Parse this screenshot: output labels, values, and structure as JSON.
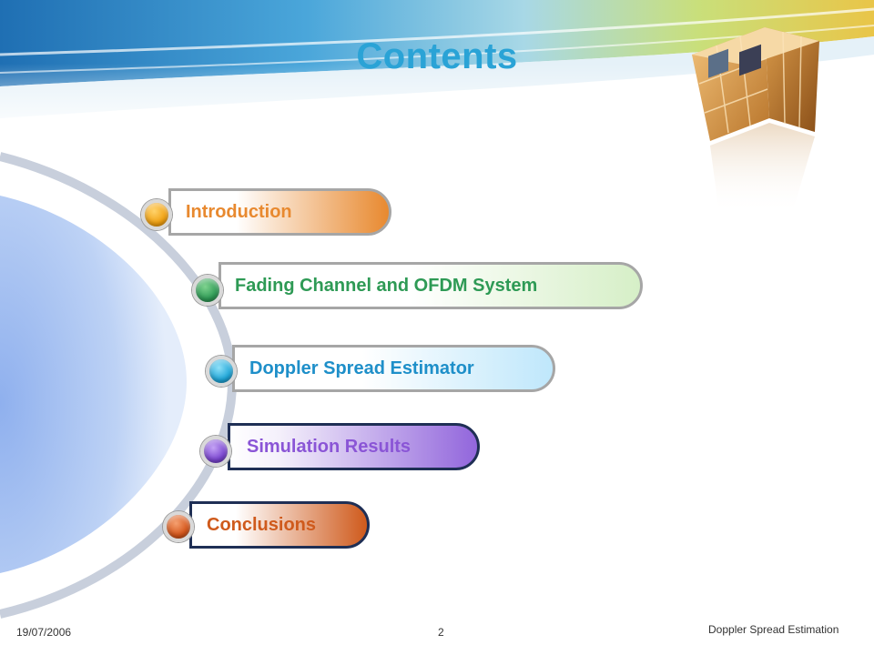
{
  "slide": {
    "title": "Contents"
  },
  "menu": {
    "items": [
      {
        "label": "Introduction",
        "color": "#e8892f"
      },
      {
        "label": "Fading Channel and OFDM System",
        "color": "#2e9a55"
      },
      {
        "label": "Doppler Spread Estimator",
        "color": "#1e8fc9"
      },
      {
        "label": "Simulation Results",
        "color": "#8a55d6"
      },
      {
        "label": "Conclusions",
        "color": "#cf5a1c"
      }
    ]
  },
  "footer": {
    "date": "19/07/2006",
    "page_number": "2",
    "presentation_title": "Doppler Spread Estimation"
  }
}
